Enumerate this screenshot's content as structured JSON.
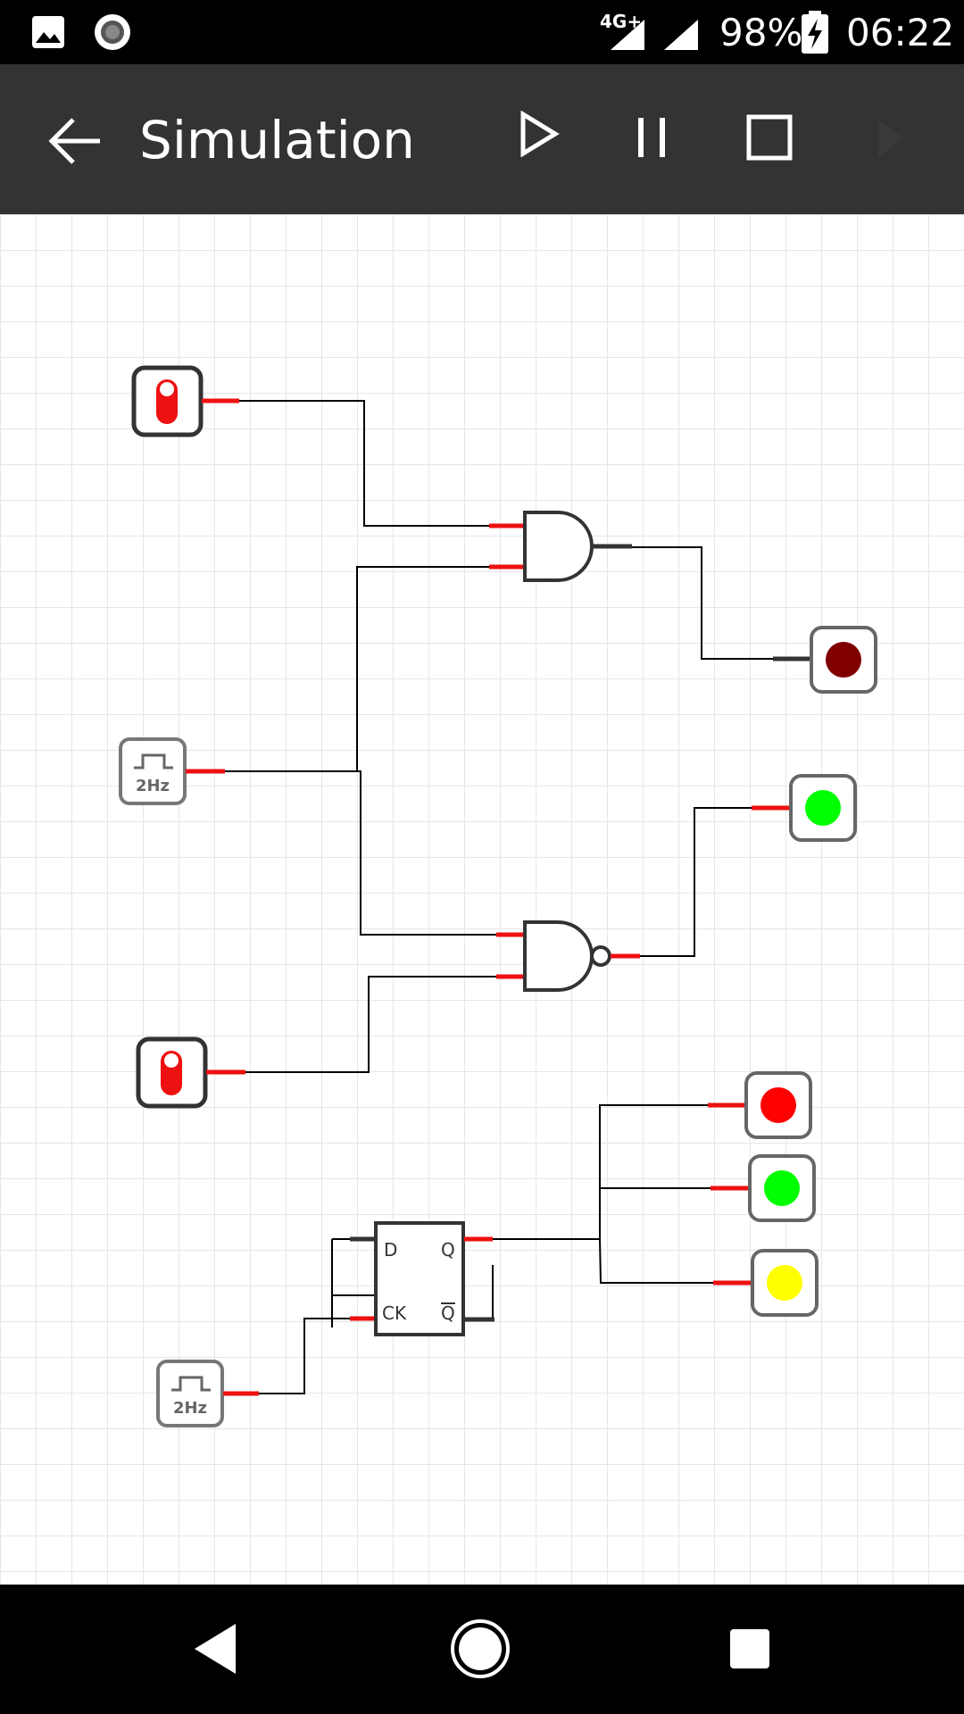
{
  "status_bar": {
    "network": "4G+",
    "battery": "98%",
    "time": "06:22",
    "icons": [
      "gallery-icon",
      "record-icon",
      "signal-icon",
      "signal-icon",
      "battery-charging-icon"
    ]
  },
  "toolbar": {
    "title": "Simulation",
    "icons": [
      "back-arrow-icon",
      "play-icon",
      "pause-icon",
      "stop-icon",
      "step-forward-icon"
    ]
  },
  "circuit": {
    "clock_1_label": "2Hz",
    "clock_2_label": "2Hz",
    "flipflop": {
      "d_label": "D",
      "q_label": "Q",
      "ck_label": "CK",
      "qbar_label": "Q"
    },
    "colors": {
      "wire": "#000000",
      "pin": "#ee1111",
      "led_dark_red": "#800000",
      "led_green": "#00ff00",
      "led_red": "#ff0000",
      "led_yellow": "#ffff00"
    }
  },
  "nav_bar": {
    "icons": [
      "back-triangle-icon",
      "home-circle-icon",
      "recents-square-icon"
    ]
  }
}
